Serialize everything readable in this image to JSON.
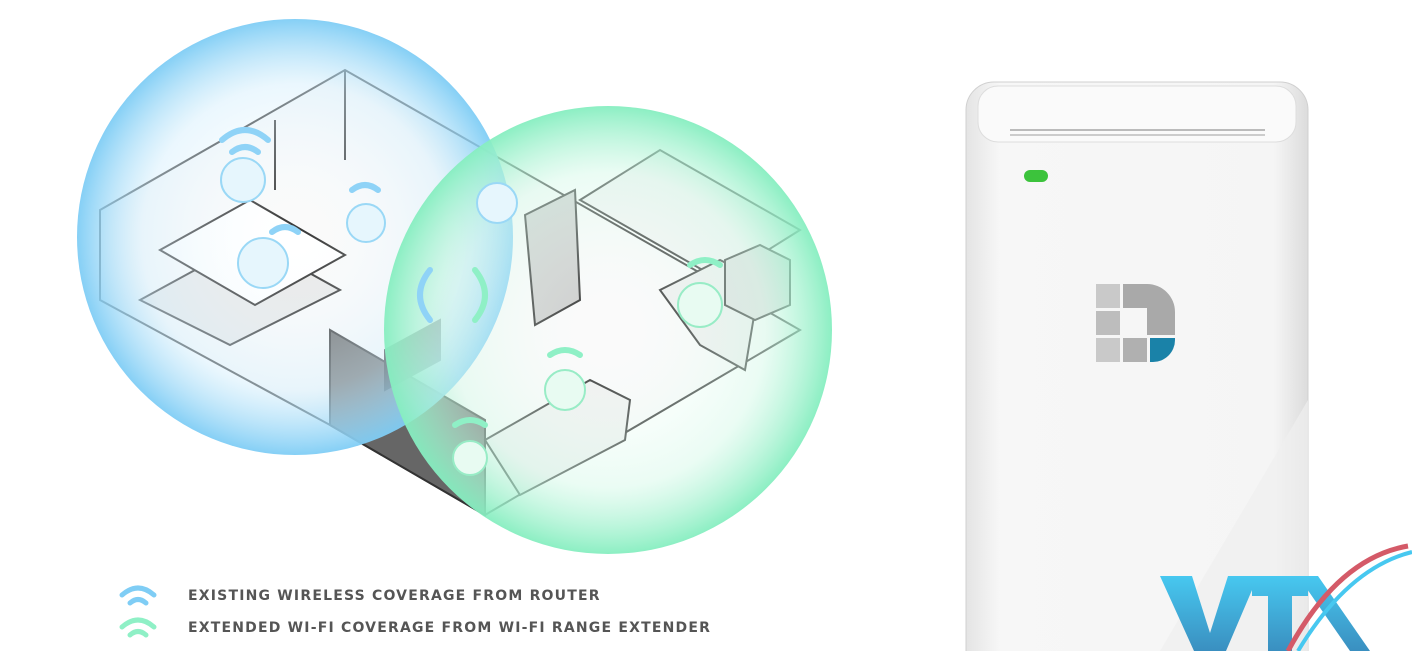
{
  "legend": [
    {
      "label": "EXISTING WIRELESS COVERAGE FROM ROUTER",
      "color": "#7fcdf5",
      "icon": "wifi-icon"
    },
    {
      "label": "EXTENDED WI-FI COVERAGE FROM WI-FI RANGE EXTENDER",
      "color": "#8ff0c6",
      "icon": "wifi-icon"
    }
  ],
  "colors": {
    "router_coverage": "#8fd3f7",
    "extender_coverage": "#8ff0c6",
    "led": "#3cc33c",
    "logo_accent": "#1a82a8"
  },
  "watermark": {
    "text": "VTX"
  }
}
